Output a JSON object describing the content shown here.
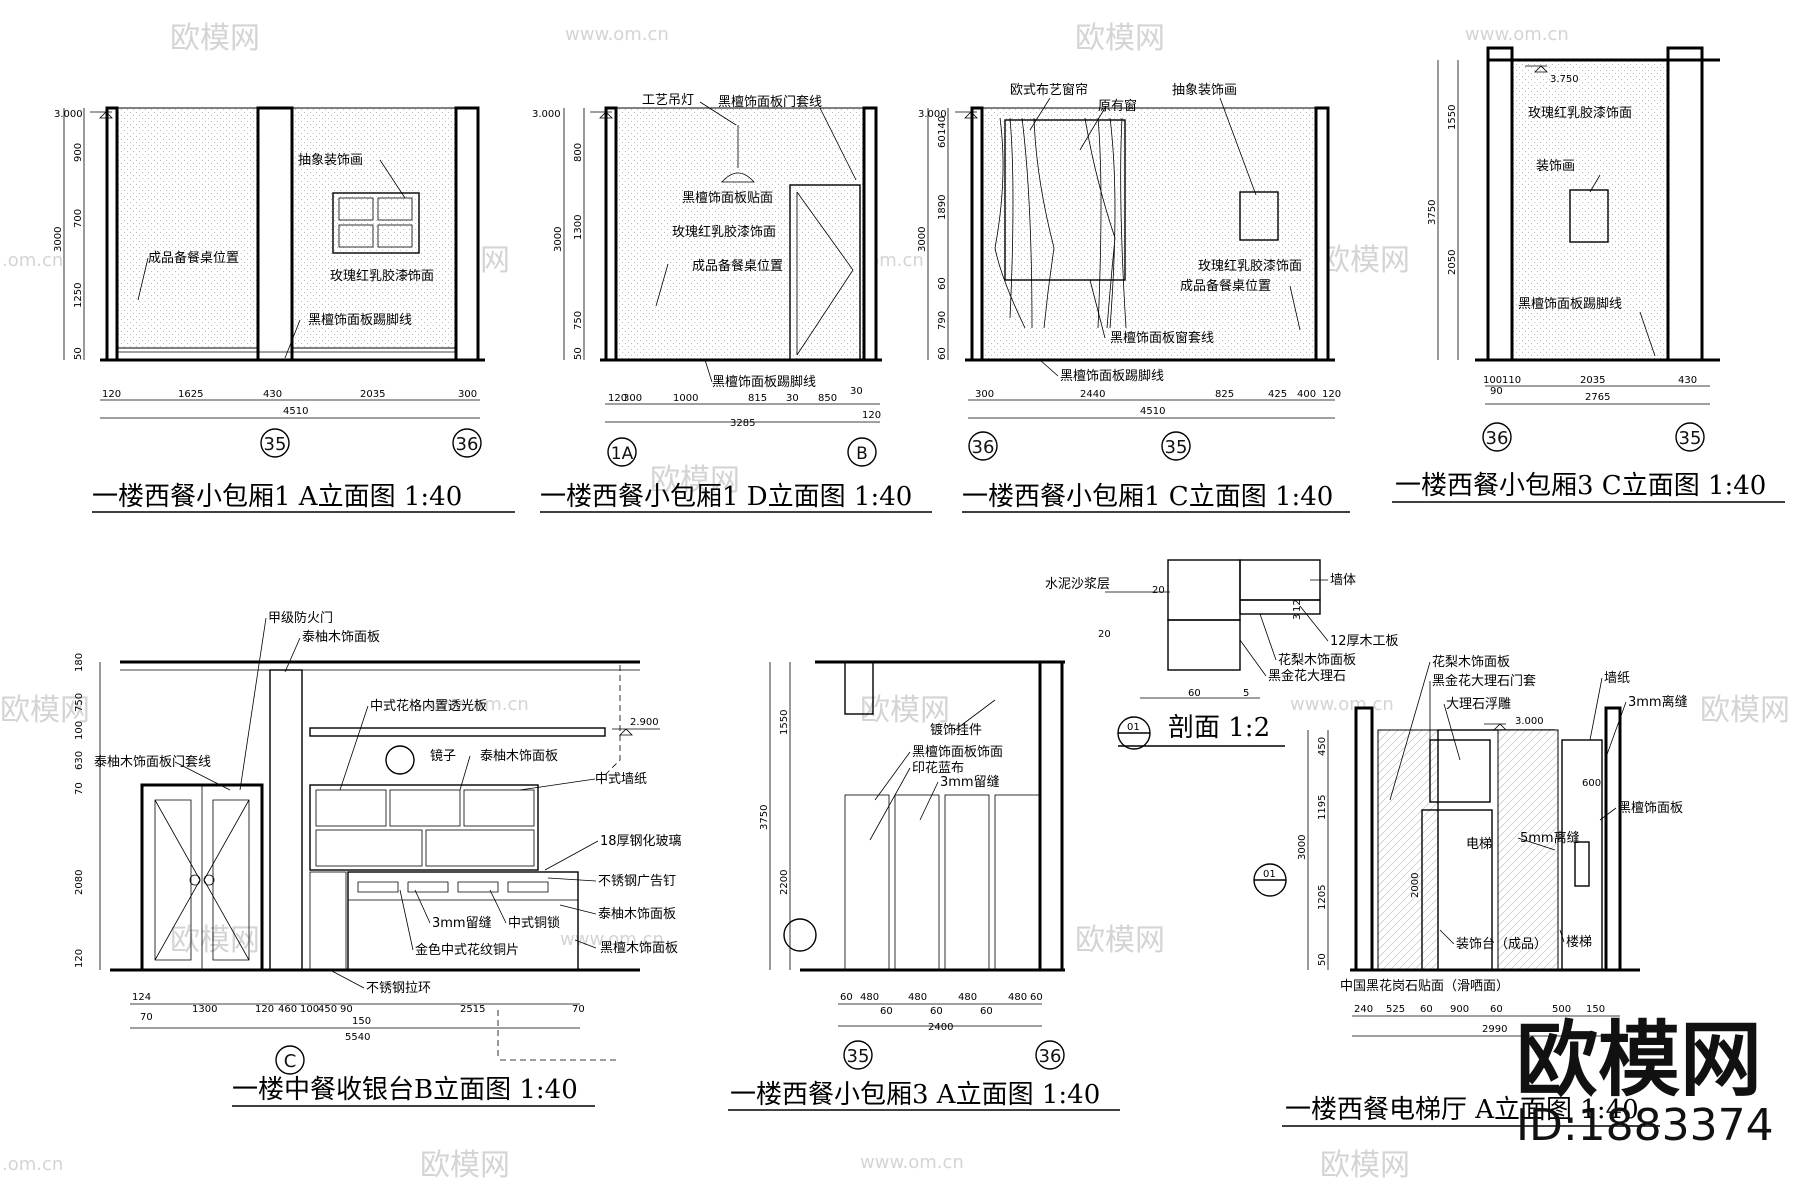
{
  "watermark": {
    "brand": "欧模网",
    "site": "www.om.cn",
    "domain": ".om.cn"
  },
  "logo": {
    "brand": "欧模网",
    "id": "ID:1883374"
  },
  "drawings": [
    {
      "title": "一楼西餐小包厢1 A立面图 1:40",
      "level": "3.000",
      "axes": [
        "35",
        "36"
      ],
      "vdims": [
        "900",
        "700",
        "1250",
        "50",
        "3000"
      ],
      "hdims": [
        "120",
        "1625",
        "430",
        "2035",
        "300",
        "4510"
      ],
      "notes": [
        "抽象装饰画",
        "成品备餐桌位置",
        "玫瑰红乳胶漆饰面",
        "黑檀饰面板踢脚线"
      ]
    },
    {
      "title": "一楼西餐小包厢1 D立面图 1:40",
      "level": "3.000",
      "axes": [
        "1A",
        "B"
      ],
      "vdims": [
        "800",
        "1300",
        "750",
        "50",
        "3000"
      ],
      "hdims": [
        "120",
        "300",
        "1000",
        "815",
        "30",
        "850",
        "30",
        "120",
        "3285"
      ],
      "notes": [
        "工艺吊灯",
        "黑檀饰面板门套线",
        "黑檀饰面板贴面",
        "玫瑰红乳胶漆饰面",
        "成品备餐桌位置",
        "黑檀饰面板踢脚线"
      ]
    },
    {
      "title": "一楼西餐小包厢1 C立面图 1:40",
      "level": "3.000",
      "axes": [
        "36",
        "35"
      ],
      "vdims": [
        "140",
        "60",
        "1890",
        "60",
        "790",
        "60",
        "3000"
      ],
      "hdims": [
        "300",
        "2440",
        "825",
        "425",
        "400",
        "120",
        "4510"
      ],
      "notes": [
        "欧式布艺窗帘",
        "原有窗",
        "抽象装饰画",
        "玫瑰红乳胶漆饰面",
        "成品备餐桌位置",
        "黑檀饰面板窗套线",
        "黑檀饰面板踢脚线"
      ]
    },
    {
      "title": "一楼西餐小包厢3 C立面图 1:40",
      "level": "3.750",
      "axes": [
        "36",
        "35"
      ],
      "vdims": [
        "1550",
        "2050",
        "3750"
      ],
      "hdims": [
        "100",
        "110",
        "2035",
        "430",
        "90",
        "2765"
      ],
      "notes": [
        "玫瑰红乳胶漆饰面",
        "装饰画",
        "黑檀饰面板踢脚线"
      ]
    },
    {
      "title": "一楼中餐收银台B立面图 1:40",
      "level": "2.900",
      "axes": [
        "C"
      ],
      "vdims": [
        "180",
        "750",
        "100",
        "630",
        "70",
        "2080",
        "120"
      ],
      "hdims": [
        "124",
        "70",
        "1300",
        "120",
        "460",
        "100",
        "450",
        "90",
        "2515",
        "70",
        "150",
        "5540"
      ],
      "notes": [
        "甲级防火门",
        "泰柚木饰面板",
        "中式花格内置透光板",
        "镜子",
        "泰柚木饰面板",
        "泰柚木饰面板门套线",
        "中式墙纸",
        "18厚钢化玻璃",
        "不锈钢广告钉",
        "3mm留缝",
        "中式铜锁",
        "泰柚木饰面板",
        "金色中式花纹铜片",
        "黑檀木饰面板",
        "不锈钢拉环"
      ]
    },
    {
      "title": "一楼西餐小包厢3 A立面图 1:40",
      "axes": [
        "35",
        "36"
      ],
      "vdims": [
        "1550",
        "2200",
        "3750"
      ],
      "hdims": [
        "60",
        "480",
        "60",
        "480",
        "60",
        "480",
        "60",
        "480",
        "60",
        "2400"
      ],
      "notes": [
        "镀饰挂件",
        "黑檀饰面板饰面",
        "印花蓝布",
        "3mm留缝"
      ]
    },
    {
      "title": "剖面 1:2",
      "ref": "01",
      "vdims": [
        "20",
        "20",
        "12",
        "3"
      ],
      "hdims": [
        "60",
        "5"
      ],
      "notes": [
        "水泥沙浆层",
        "墙体",
        "12厚木工板",
        "花梨木饰面板",
        "黑金花大理石"
      ]
    },
    {
      "title": "一楼西餐电梯厅 A立面图 1:40",
      "level": "3.000",
      "ref": "01",
      "vdims": [
        "450",
        "1195",
        "1205",
        "50",
        "3000",
        "2000",
        "600"
      ],
      "hdims": [
        "240",
        "525",
        "60",
        "900",
        "60",
        "500",
        "150",
        "2990"
      ],
      "notes": [
        "花梨木饰面板",
        "黑金花大理石门套",
        "大理石浮雕",
        "墙纸",
        "3mm离缝",
        "黑檀饰面板",
        "电梯",
        "5mm离缝",
        "装饰台（成品）",
        "楼梯",
        "中国黑花岗石贴面（滑哂面）"
      ]
    }
  ]
}
